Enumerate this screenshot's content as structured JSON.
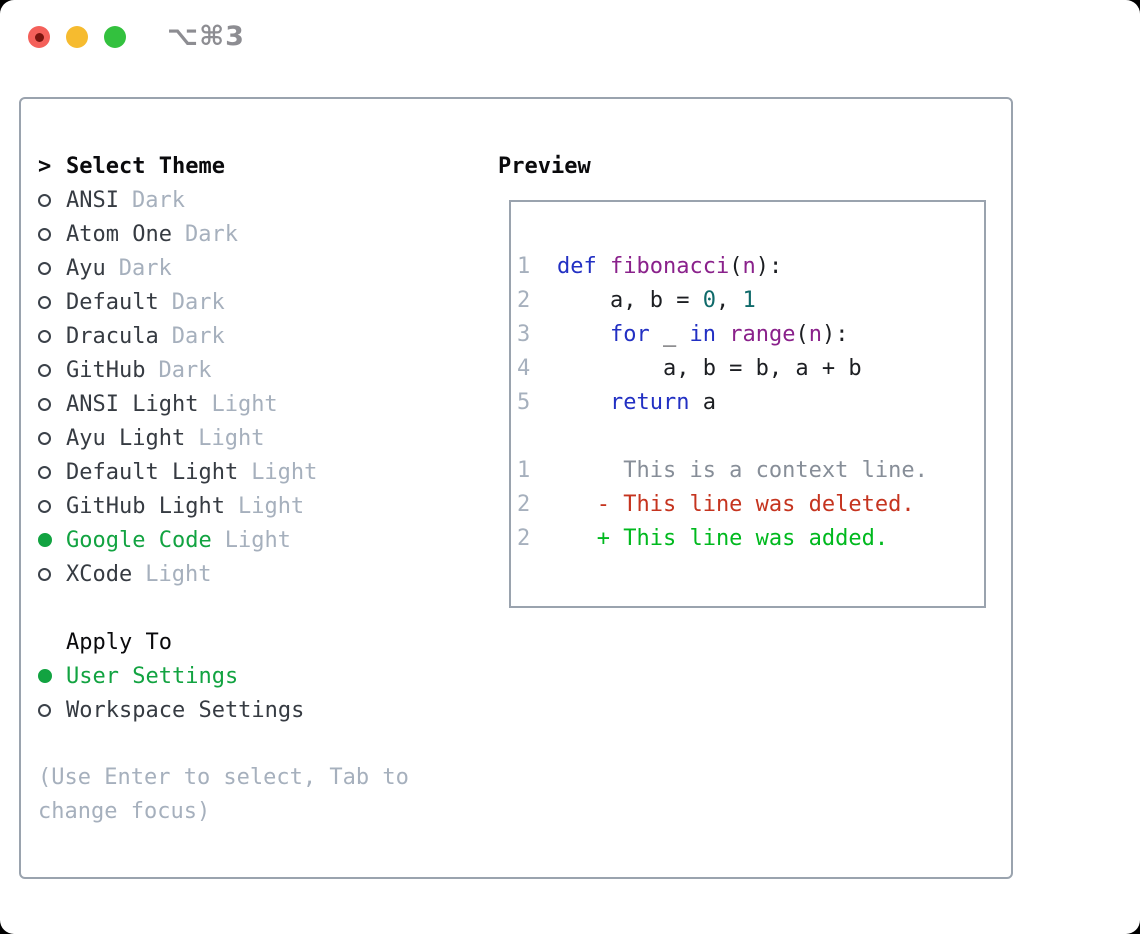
{
  "window": {
    "title": "⌥⌘3"
  },
  "theme_list": {
    "header_prefix": ">",
    "header": "Select Theme",
    "items": [
      {
        "name": "ANSI",
        "variant": "Dark",
        "selected": false
      },
      {
        "name": "Atom One",
        "variant": "Dark",
        "selected": false
      },
      {
        "name": "Ayu",
        "variant": "Dark",
        "selected": false
      },
      {
        "name": "Default",
        "variant": "Dark",
        "selected": false
      },
      {
        "name": "Dracula",
        "variant": "Dark",
        "selected": false
      },
      {
        "name": "GitHub",
        "variant": "Dark",
        "selected": false
      },
      {
        "name": "ANSI Light",
        "variant": "Light",
        "selected": false
      },
      {
        "name": "Ayu Light",
        "variant": "Light",
        "selected": false
      },
      {
        "name": "Default Light",
        "variant": "Light",
        "selected": false
      },
      {
        "name": "GitHub Light",
        "variant": "Light",
        "selected": false
      },
      {
        "name": "Google Code",
        "variant": "Light",
        "selected": true
      },
      {
        "name": "XCode",
        "variant": "Light",
        "selected": false
      }
    ]
  },
  "apply_to": {
    "header": "Apply To",
    "options": [
      {
        "label": "User Settings",
        "selected": true
      },
      {
        "label": "Workspace Settings",
        "selected": false
      }
    ]
  },
  "help_text": "(Use Enter to select, Tab to change focus)",
  "preview": {
    "header": "Preview",
    "code_lines": [
      {
        "num": "1",
        "tokens": [
          {
            "t": "def",
            "c": "kw"
          },
          {
            "t": " ",
            "c": "pl"
          },
          {
            "t": "fibonacci",
            "c": "fn"
          },
          {
            "t": "(",
            "c": "pl"
          },
          {
            "t": "n",
            "c": "fn"
          },
          {
            "t": "):",
            "c": "pl"
          }
        ]
      },
      {
        "num": "2",
        "tokens": [
          {
            "t": "    a, b = ",
            "c": "pl"
          },
          {
            "t": "0",
            "c": "num"
          },
          {
            "t": ", ",
            "c": "pl"
          },
          {
            "t": "1",
            "c": "num"
          }
        ]
      },
      {
        "num": "3",
        "tokens": [
          {
            "t": "    ",
            "c": "pl"
          },
          {
            "t": "for",
            "c": "kw"
          },
          {
            "t": " _ ",
            "c": "pl"
          },
          {
            "t": "in",
            "c": "kw"
          },
          {
            "t": " ",
            "c": "pl"
          },
          {
            "t": "range",
            "c": "fn"
          },
          {
            "t": "(",
            "c": "pl"
          },
          {
            "t": "n",
            "c": "fn"
          },
          {
            "t": "):",
            "c": "pl"
          }
        ]
      },
      {
        "num": "4",
        "tokens": [
          {
            "t": "        a, b = b, a + b",
            "c": "pl"
          }
        ]
      },
      {
        "num": "5",
        "tokens": [
          {
            "t": "    ",
            "c": "pl"
          },
          {
            "t": "return",
            "c": "kw"
          },
          {
            "t": " a",
            "c": "pl"
          }
        ]
      },
      {
        "num": "",
        "tokens": []
      },
      {
        "num": "1",
        "tokens": [
          {
            "t": "     This is a context line.",
            "c": "ctx"
          }
        ]
      },
      {
        "num": "2",
        "tokens": [
          {
            "t": "   - This line was deleted.",
            "c": "del"
          }
        ]
      },
      {
        "num": "2",
        "tokens": [
          {
            "t": "   + This line was added.",
            "c": "add"
          }
        ]
      }
    ]
  },
  "colors": {
    "accent_green": "#12a341",
    "added_green": "#00b91e",
    "deleted_red": "#c5341f",
    "context_gray": "#878e98",
    "muted_gray": "#a6b0bd",
    "item_text": "#363b42",
    "keyword_blue": "#2230c3",
    "function_purple": "#8a218b",
    "number_teal": "#0f6a6a",
    "plain_code": "#1c1e22",
    "border_gray": "#9aa3ae",
    "titlebar_gray": "#8d8d92",
    "traffic_red": "#f4605a",
    "traffic_red_dot": "#7a150f",
    "traffic_yellow": "#f6bb2f",
    "traffic_green": "#33c13e"
  }
}
